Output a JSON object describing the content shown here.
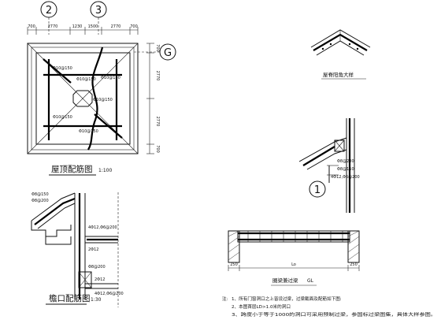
{
  "roof_plan": {
    "axis_left": "2",
    "axis_mid": "3",
    "axis_right": "G",
    "top_dims": [
      "700",
      "2770",
      "1230",
      "1500",
      "2770",
      "700"
    ],
    "right_dims": [
      "700",
      "2770",
      "2770",
      "700"
    ],
    "rebar_labels": [
      "Φ10@150",
      "Φ10@150",
      "Φ10@150",
      "Φ10@150",
      "Φ10@150",
      "Φ10@150"
    ],
    "title": "屋顶配筋图",
    "scale": "1:100"
  },
  "ridge_detail": {
    "title": "屋脊阳角大样"
  },
  "section_1": {
    "marker": "1",
    "labels": [
      "Φ8@200",
      "Φ8@150",
      "4Φ12,Φ6@200"
    ]
  },
  "eave_detail": {
    "title": "檐口配筋图",
    "scale": "1:30",
    "labels": [
      "Φ8@150",
      "Φ8@200",
      "4Φ12,Φ6@200",
      "2Φ12",
      "Φ8@200",
      "2Φ12",
      "4Φ12,Φ6@200"
    ]
  },
  "lintel": {
    "title": "圈梁兼过梁",
    "tag": "GL",
    "dims": [
      "250",
      "Lo",
      "250"
    ]
  },
  "notes": {
    "heading": "注:",
    "items": [
      "1、所有门窗洞口之上皆设过梁，过梁截面及配筋如下图:",
      "2、本图首层LD>1.0米的洞口",
      "3、跨度小于等于1000的洞口可采用预制过梁，参国标过梁图集，具体大样参图。"
    ]
  }
}
